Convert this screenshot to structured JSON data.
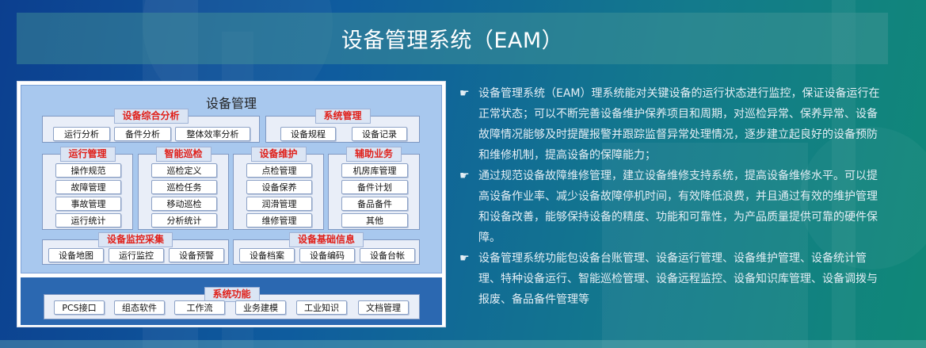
{
  "page": {
    "title": "设备管理系统（EAM）"
  },
  "diagram": {
    "title": "设备管理",
    "groups": {
      "comprehensive": {
        "title": "设备综合分析",
        "items": [
          "运行分析",
          "备件分析",
          "整体效率分析"
        ]
      },
      "system": {
        "title": "系统管理",
        "items": [
          "设备规程",
          "设备记录"
        ]
      },
      "operation": {
        "title": "运行管理",
        "items": [
          "操作规范",
          "故障管理",
          "事故管理",
          "运行统计"
        ]
      },
      "inspection": {
        "title": "智能巡检",
        "items": [
          "巡检定义",
          "巡检任务",
          "移动巡检",
          "分析统计"
        ]
      },
      "maintenance": {
        "title": "设备维护",
        "items": [
          "点检管理",
          "设备保养",
          "润滑管理",
          "维修管理"
        ]
      },
      "auxiliary": {
        "title": "辅助业务",
        "items": [
          "机房库管理",
          "备件计划",
          "备品备件",
          "其他"
        ]
      },
      "monitoring": {
        "title": "设备监控采集",
        "items": [
          "设备地图",
          "运行监控",
          "设备预警"
        ]
      },
      "basic": {
        "title": "设备基础信息",
        "items": [
          "设备档案",
          "设备编码",
          "设备台帐"
        ]
      },
      "functions": {
        "title": "系统功能",
        "items": [
          "PCS接口",
          "组态软件",
          "工作流",
          "业务建模",
          "工业知识",
          "文档管理"
        ]
      }
    }
  },
  "description": {
    "bullet_icon": "hand-pointing-icon",
    "items": [
      "设备管理系统（EAM）理系统能对关键设备的运行状态进行监控，保证设备运行在正常状态；可以不断完善设备维护保养项目和周期，对巡检异常、保养异常、设备故障情况能够及时提醒报警并跟踪监督异常处理情况，逐步建立起良好的设备预防和维修机制，提高设备的保障能力；",
      "通过规范设备故障维修管理，建立设备维修支持系统，提高设备维修水平。可以提高设备作业率、减少设备故障停机时间，有效降低浪费，并且通过有效的维护管理和设备改善，能够保持设备的精度、功能和可靠性，为产品质量提供可靠的硬件保障。",
      "设备管理系统功能包设备台账管理、设备运行管理、设备维护管理、设备统计管理、特种设备运行、智能巡检管理、设备远程监控、设备知识库管理、设备调拨与报废、备品备件管理等"
    ]
  },
  "colors": {
    "group_title": "#e0201a",
    "module_bg": "#a8c8ee",
    "function_bg": "#2b68b1",
    "text_light": "#e4eef5"
  }
}
